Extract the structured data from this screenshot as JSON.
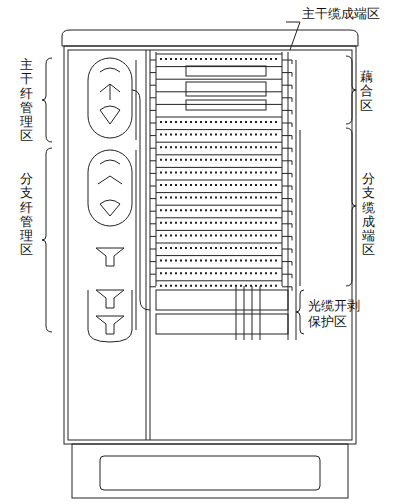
{
  "diagram": {
    "labels": [
      "主干缆成端区",
      "主干纤管理区",
      "藕合区",
      "分支纤管理区",
      "分支缆成端区",
      "光缆开剥保护区"
    ]
  }
}
